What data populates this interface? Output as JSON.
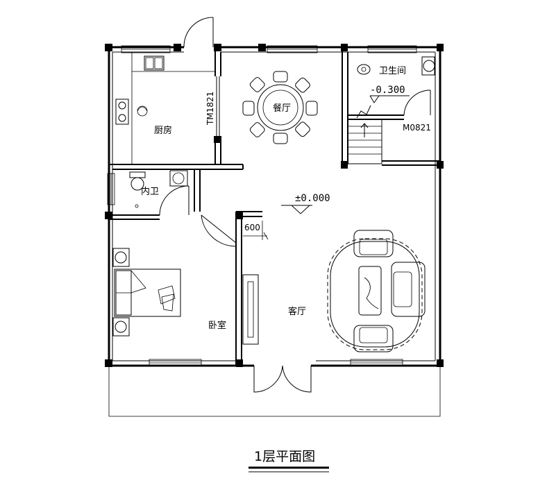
{
  "rooms": {
    "kitchen": "厨房",
    "dining": "餐厅",
    "bathroom": "卫生间",
    "inner_bath": "内卫",
    "bedroom": "卧室",
    "living": "客厅"
  },
  "codes": {
    "door_tm": "TM1821",
    "door_m": "M0821",
    "dim_600": "600"
  },
  "elevations": {
    "floor": "±0.000",
    "bath": "-0.300"
  },
  "title": "1层平面图"
}
